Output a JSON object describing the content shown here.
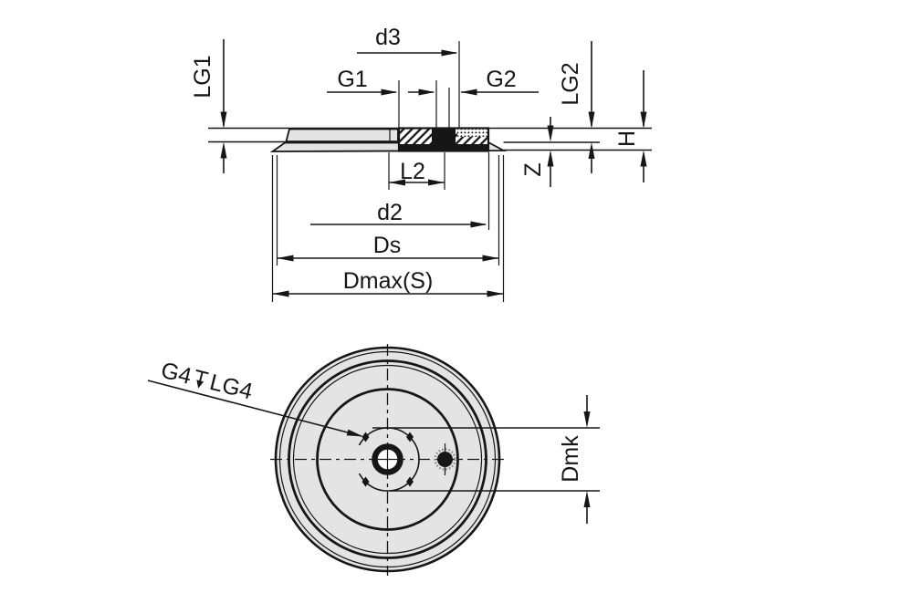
{
  "drawing": {
    "description_labels": {
      "d3": "d3",
      "G1": "G1",
      "G2": "G2",
      "LG1": "LG1",
      "LG2": "LG2",
      "H": "H",
      "Z": "Z",
      "L2": "L2",
      "d2": "d2",
      "Ds": "Ds",
      "DmaxS": "Dmax(S)",
      "G4": "G4",
      "LG4": "LG4",
      "Dmk": "Dmk"
    },
    "colors": {
      "line": "#161616",
      "fill_light": "#e4e4e4",
      "background": "#ffffff"
    }
  }
}
